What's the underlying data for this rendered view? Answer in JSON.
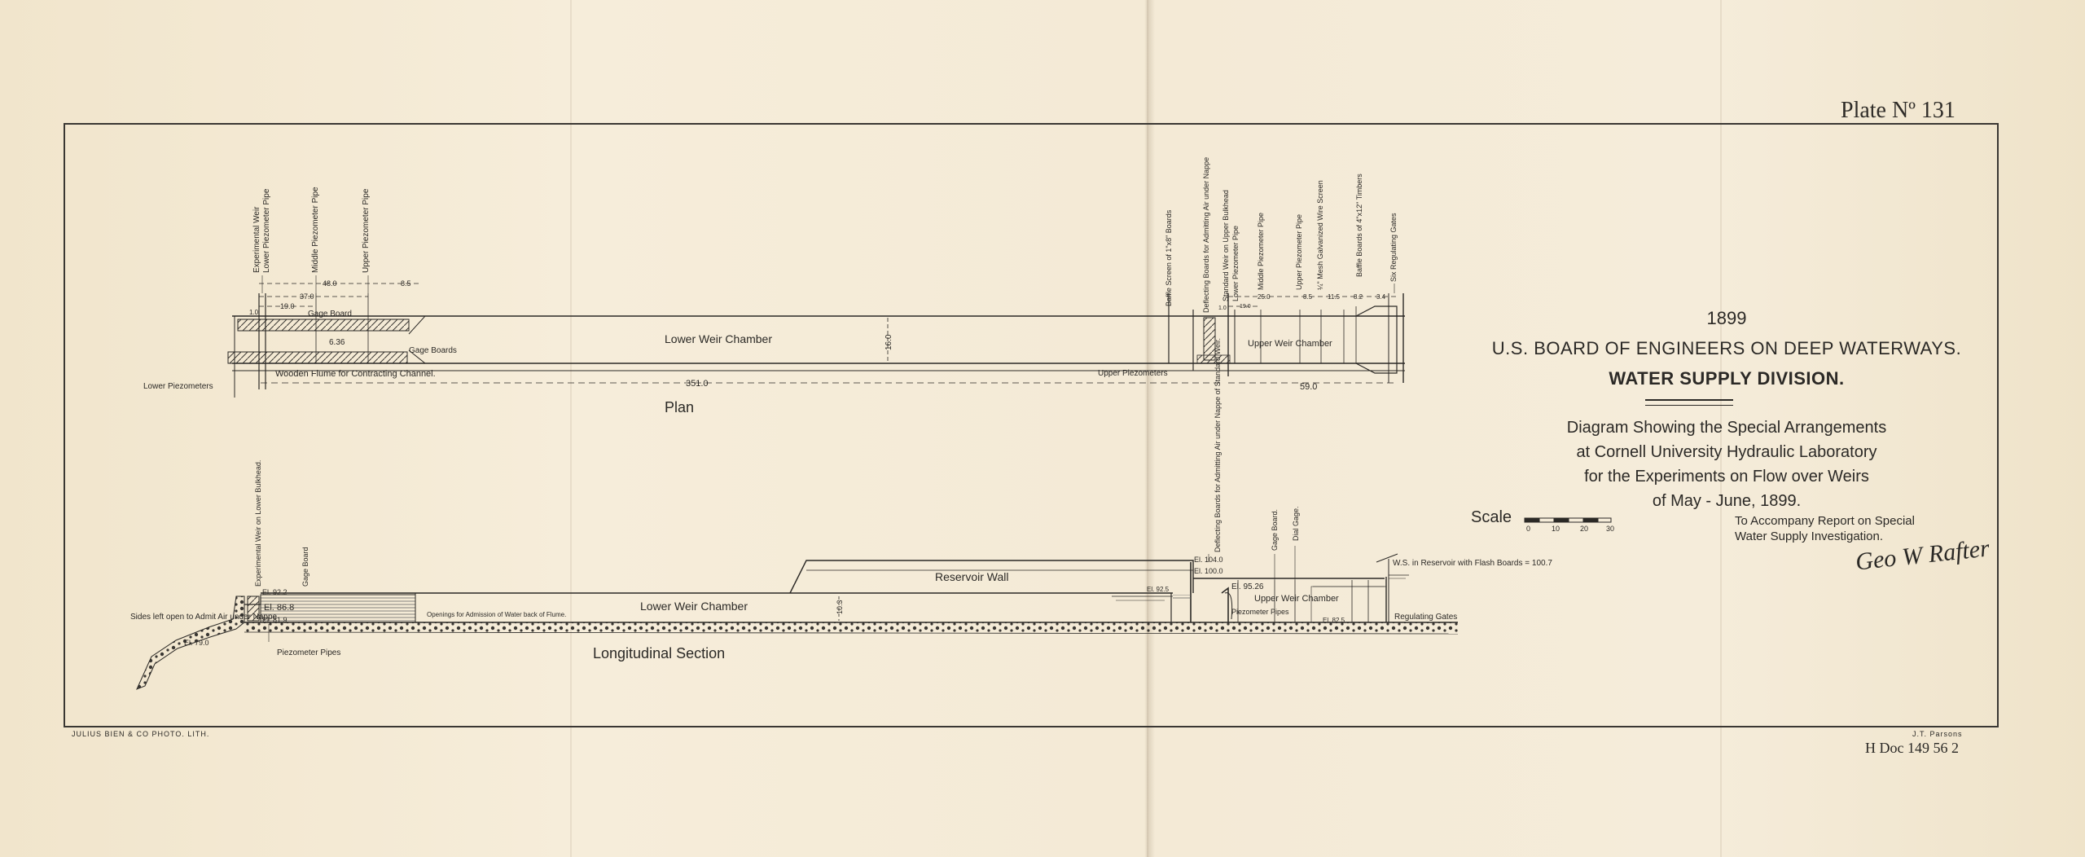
{
  "plate": "Plate Nº 131",
  "title": {
    "year": "1899",
    "line1": "U.S. BOARD OF ENGINEERS ON DEEP WATERWAYS.",
    "line2": "WATER SUPPLY DIVISION.",
    "description": [
      "Diagram Showing the Special Arrangements",
      "at Cornell University Hydraulic Laboratory",
      "for the Experiments on Flow over Weirs",
      "of May - June, 1899."
    ]
  },
  "scale": {
    "label": "Scale",
    "ticks": [
      "0",
      "10",
      "20",
      "30"
    ]
  },
  "accompany": [
    "To Accompany Report on Special",
    "Water Supply Investigation."
  ],
  "signature": "Geo W Rafter",
  "credits": {
    "lithographer": "JULIUS BIEN & CO PHOTO. LITH.",
    "draftsman": "J.T. Parsons",
    "doc": "H Doc 149  56  2"
  },
  "plan": {
    "caption": "Plan",
    "vertical_labels_left": [
      "Experimental Weir",
      "Lower Piezometer Pipe",
      "Middle Piezometer Pipe",
      "Upper Piezometer Pipe"
    ],
    "vertical_labels_right": [
      "Baffle Screen of 1\"x8\" Boards",
      "Deflecting Boards for Admitting Air under Nappe",
      "Standard Weir on Upper Bulkhead",
      "Lower Piezometer Pipe",
      "Middle Piezometer Pipe",
      "Upper Piezometer Pipe",
      "¼\" Mesh Galvanized Wire Screen",
      "Baffle Boards of 4\"x12\" Timbers",
      "Six Regulating Gates"
    ],
    "labels": {
      "gage_board": "Gage Board",
      "gage_boards": "Gage Boards",
      "lower_chamber": "Lower Weir Chamber",
      "upper_chamber": "Upper Weir Chamber",
      "flume": "Wooden Flume for Contracting Channel.",
      "lower_piezo": "Lower Piezometers",
      "upper_piezo": "Upper Piezometers",
      "width": "16.0"
    },
    "dims": {
      "d1": "48.0",
      "d2": "8.5",
      "d3": "37.0",
      "d4": "19.0",
      "d5": "1.0",
      "d6": "6.36",
      "total": "351.0",
      "right_total": "59.0",
      "r1": "25.0",
      "r2": "1.0",
      "r3": "19.0",
      "r4": "8.5",
      "r5": "11.5",
      "r6": "8.2",
      "r7": "3.4"
    }
  },
  "section": {
    "caption": "Longitudinal Section",
    "labels": {
      "exp_weir": "Experimental Weir on Lower Bulkhead.",
      "gage_board": "Gage Board",
      "reservoir_wall": "Reservoir Wall",
      "lower_chamber": "Lower Weir Chamber",
      "upper_chamber": "Upper Weir Chamber",
      "deflecting": "Deflecting Boards for Admitting Air under Nappe of Standard Weir.",
      "gage_board2": "Gage Board.",
      "dial_gage": "Dial Gage.",
      "sides": "Sides left open to Admit Air under Nappe",
      "openings": "Openings for Admission of Water back of Flume.",
      "piezo_pipes": "Piezometer Pipes",
      "piezo_pipes2": "Piezometer Pipes",
      "ws": "W.S. in Reservoir with Flash Boards = 100.7",
      "reg_gates": "Regulating Gates",
      "depth": "10.3"
    },
    "elevations": {
      "e1": "El. 92.2",
      "e2": "El. 86.8",
      "e3": "El. 81.9",
      "e4": "El. 79.0",
      "e5": "El. 104.0",
      "e6": "El. 100.0",
      "e7": "El. 92.5",
      "e8": "El. 95.26",
      "e9": "El. 82.5"
    }
  }
}
